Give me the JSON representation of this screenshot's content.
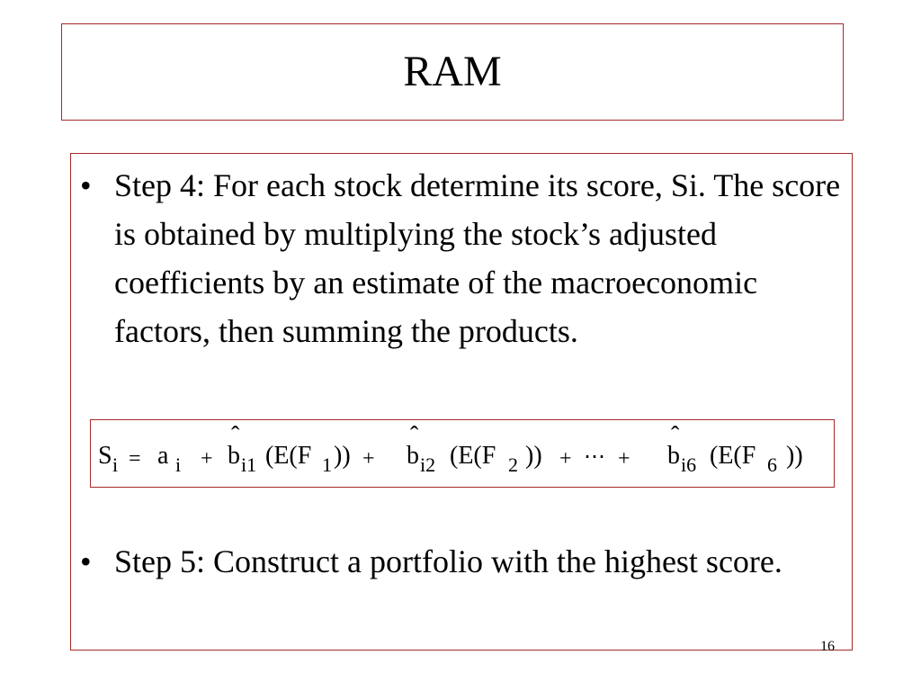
{
  "title": "RAM",
  "bullets": [
    "Step 4: For each stock determine its score, Si. The score is obtained by multiplying the stock’s adjusted coefficients by an estimate of the macroeconomic factors, then summing the products.",
    "Step 5: Construct a portfolio with the highest score."
  ],
  "bullet_marker": "•",
  "formula": {
    "S": "S",
    "i": "i",
    "eq": "=",
    "a": "a",
    "plus": "+",
    "b": "b",
    "hat": "ˆ",
    "sub_i1": "i1",
    "sub_i2": "i2",
    "sub_i6": "i6",
    "ef_open": "(E(F",
    "one": "1",
    "two": "2",
    "six": "6",
    "close": "))",
    "ellipsis": "⋯"
  },
  "page_number": "16"
}
